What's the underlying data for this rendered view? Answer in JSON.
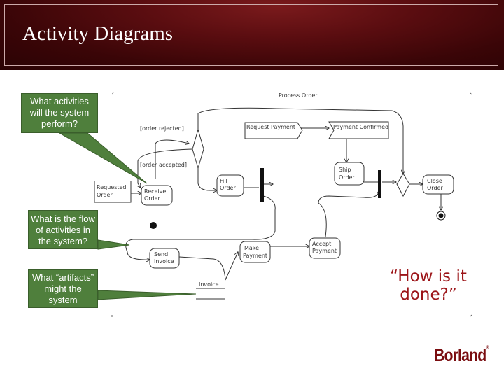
{
  "slide": {
    "title": "Activity Diagrams",
    "quote": "“How is it done?”",
    "logo": "Borland",
    "logo_mark": "®"
  },
  "callouts": [
    {
      "text": "What activities will the system perform?"
    },
    {
      "text": "What is the flow of activities in the system?"
    },
    {
      "text": "What “artifacts” might the system produce?"
    }
  ],
  "diagram": {
    "frame_title": "Process Order",
    "guards": {
      "rejected": "[order rejected]",
      "accepted": "[order accepted]"
    },
    "actions": {
      "receive_order": [
        "Receive",
        "Order"
      ],
      "fill_order": [
        "Fill",
        "Order"
      ],
      "ship_order": [
        "Ship",
        "Order"
      ],
      "close_order": [
        "Close",
        "Order"
      ],
      "send_invoice": [
        "Send",
        "Invoice"
      ],
      "make_payment": [
        "Make",
        "Payment"
      ],
      "accept_payment": [
        "Accept",
        "Payment"
      ]
    },
    "signals": {
      "request_payment": "Request Payment",
      "payment_confirmed": "Payment Confirmed"
    },
    "objects": {
      "requested_order": [
        "Requested",
        "Order"
      ],
      "invoice": "Invoice"
    }
  },
  "colors": {
    "callout": "#4f7f3c",
    "quote": "#9c1418",
    "header": "#5a0d10",
    "logo": "#7a0d10"
  }
}
